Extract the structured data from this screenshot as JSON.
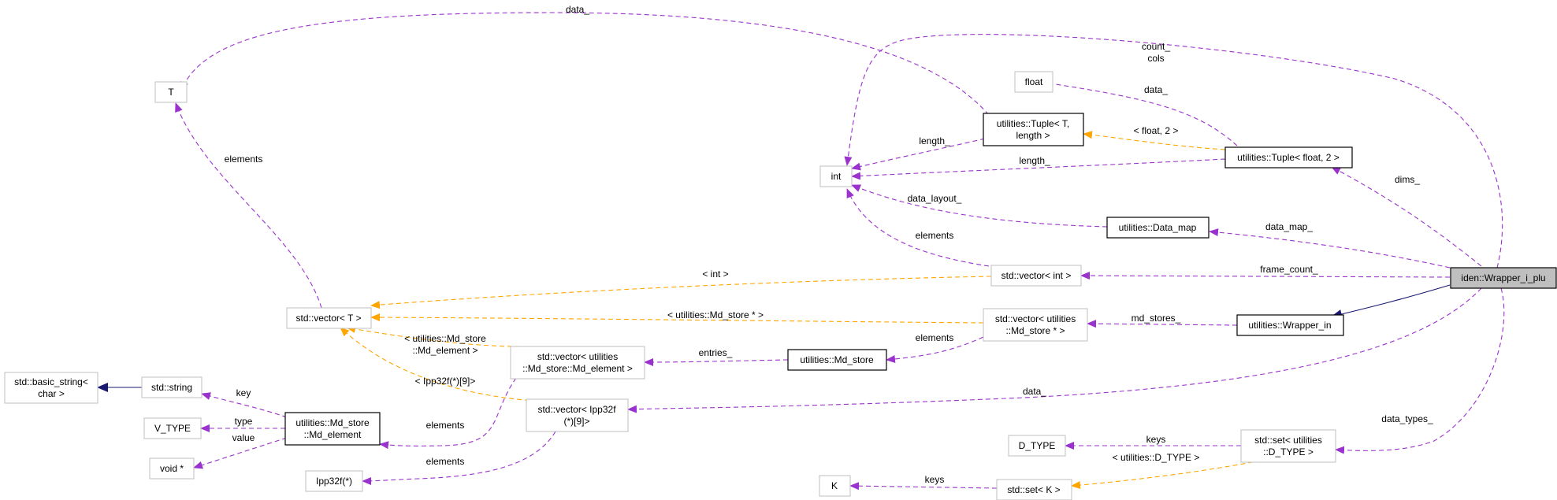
{
  "colors": {
    "usage_edge": "#9a32cd",
    "template_edge": "#ffa500",
    "inheritance_edge": "#191970",
    "node_border_documented": "#000000",
    "node_border_undocumented": "#bfbfbf",
    "focus_node_fill": "#bfbfbf"
  },
  "nodes": {
    "T": [
      "T"
    ],
    "float": [
      "float"
    ],
    "int": [
      "int"
    ],
    "tuple_t": [
      "utilities::Tuple< T,",
      "length >"
    ],
    "tuple_float": [
      "utilities::Tuple< float, 2 >"
    ],
    "data_map": [
      "utilities::Data_map"
    ],
    "vector_int": [
      "std::vector< int >"
    ],
    "wrapper_i_plu": [
      "iden::Wrapper_i_plu"
    ],
    "vector_t": [
      "std::vector< T >"
    ],
    "vector_md_store_ptr": [
      "std::vector< utilities",
      "::Md_store * >"
    ],
    "wrapper_in": [
      "utilities::Wrapper_in"
    ],
    "basic_string": [
      "std::basic_string<",
      "char >"
    ],
    "std_string": [
      "std::string"
    ],
    "vector_md_element": [
      "std::vector< utilities",
      "::Md_store::Md_element >"
    ],
    "md_store": [
      "utilities::Md_store"
    ],
    "md_element": [
      "utilities::Md_store",
      "::Md_element"
    ],
    "v_type": [
      "V_TYPE"
    ],
    "void_ptr": [
      "void *"
    ],
    "vector_ipp": [
      "std::vector< Ipp32f",
      "(*)[9]>"
    ],
    "ipp32f": [
      "Ipp32f(*)"
    ],
    "d_type": [
      "D_TYPE"
    ],
    "set_d_type": [
      "std::set< utilities",
      "::D_TYPE >"
    ],
    "K": [
      "K"
    ],
    "set_k": [
      "std::set< K >"
    ]
  },
  "edge_labels": {
    "data_top": "data_",
    "count_cols": [
      "count_",
      "cols"
    ],
    "data_float": "data_",
    "elements_t": "elements",
    "length_t": "length_",
    "float_2": "< float, 2 >",
    "length_float": "length_",
    "dims": "dims_",
    "data_layout": "data_layout_",
    "data_map": "data_map_",
    "elements_int": "elements",
    "int_tmpl": "< int >",
    "frame_count": "frame_count_",
    "md_store_ptr_tmpl": "< utilities::Md_store * >",
    "md_stores": "md_stores_",
    "md_element_tmpl": [
      "< utilities::Md_store",
      "::Md_element >"
    ],
    "elements_md_store": "elements",
    "entries": "entries_",
    "ipp_tmpl": "< Ipp32f(*)[9]>",
    "data_main": "data_",
    "key": "key",
    "type": "type",
    "value": "value",
    "elements_md_element": "elements",
    "elements_ipp": "elements",
    "data_types": "data_types_",
    "keys_d_type": "keys",
    "d_type_tmpl": "< utilities::D_TYPE >",
    "keys_k": "keys"
  }
}
